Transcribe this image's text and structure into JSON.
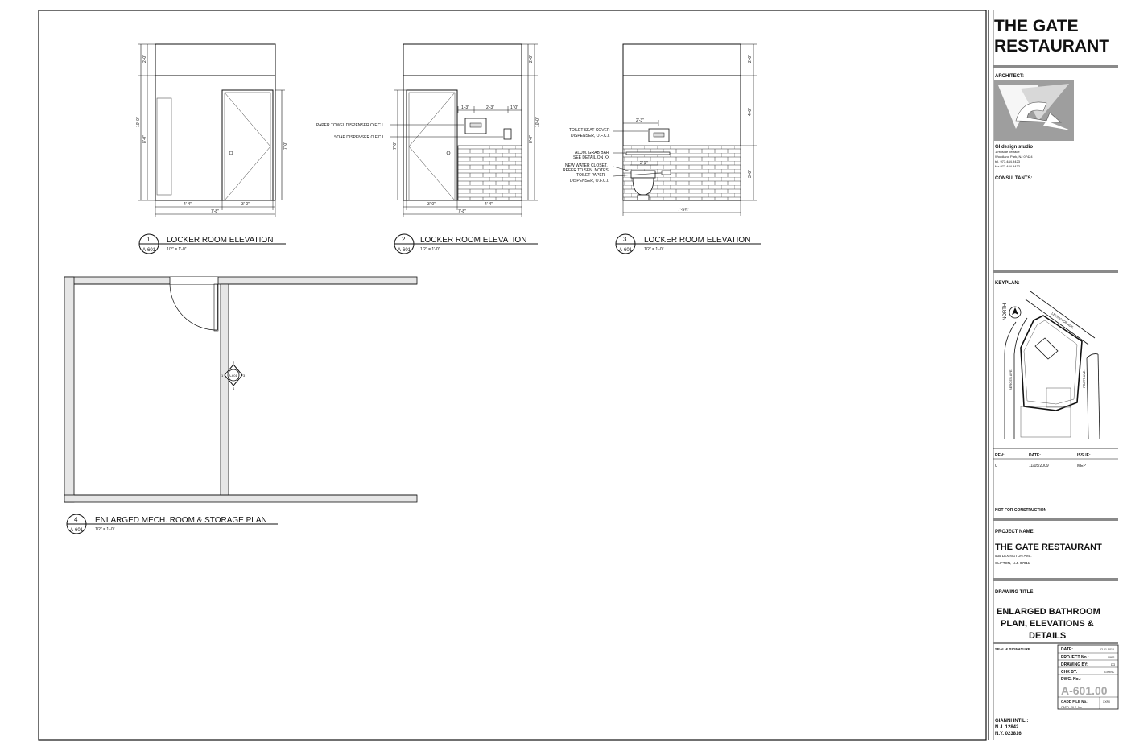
{
  "titleblock": {
    "project_title_line1": "THE GATE",
    "project_title_line2": "RESTAURANT",
    "architect_label": "ARCHITECT:",
    "firm_name": "GI design studio",
    "firm_address1": "1 Hillside Terrace",
    "firm_address2": "Woodland Park, NJ 07424",
    "firm_phone": "tel. 973.484.9423",
    "firm_fax": "fax 973.484.9432",
    "consultants_label": "CONSULTANTS:",
    "keyplan_label": "KEYPLAN:",
    "keyplan_north": "NORTH",
    "keyplan_streets": [
      "LEXINGTON AVE.",
      "BERGEN AVE.",
      "PRATT AVE."
    ],
    "rev_headers": [
      "REV:",
      "DATE:",
      "ISSUE:"
    ],
    "rev_rows": [
      [
        "0",
        "11/05/2009",
        "MEP"
      ]
    ],
    "not_for_construction": "NOT FOR CONSTRUCTION",
    "project_name_label": "PROJECT NAME:",
    "project_name": "THE GATE RESTAURANT",
    "project_address1": "535 LEXINGTON AVE.",
    "project_address2": "CLIFTON, N.J. 07011",
    "drawing_title_label": "DRAWING TITLE:",
    "drawing_title_lines": [
      "ENLARGED BATHROOM",
      "PLAN, ELEVATIONS &",
      "DETAILS"
    ],
    "seal_label": "SEAL & SIGNATURE",
    "info_rows": [
      {
        "label": "DATE:",
        "value": "02-01-2010"
      },
      {
        "label": "PROJECT No.:",
        "value": "0901"
      },
      {
        "label": "DRAWING BY:",
        "value": "DG"
      },
      {
        "label": "CHK BY:",
        "value": "GI,RNC"
      },
      {
        "label": "DWG. No.:",
        "value": ""
      }
    ],
    "sheet_number": "A-601.00",
    "cadd_label": "CADD FILE No.:",
    "cadd_value": "XXFX",
    "cadd_file": "CADD_FILE_No.",
    "signer_name": "GIANNI INTILI:",
    "signer_lic1": "N.J. 12842",
    "signer_lic2": "N.Y. 023816"
  },
  "details": [
    {
      "number": "1",
      "sheet": "A-601",
      "title": "LOCKER ROOM ELEVATION",
      "scale": "1/2\" = 1'-0\""
    },
    {
      "number": "2",
      "sheet": "A-601",
      "title": "LOCKER ROOM ELEVATION",
      "scale": "1/2\" = 1'-0\""
    },
    {
      "number": "3",
      "sheet": "A-601",
      "title": "LOCKER ROOM ELEVATION",
      "scale": "1/2\" = 1'-0\""
    },
    {
      "number": "4",
      "sheet": "A-601",
      "title": "ENLARGED MECH. ROOM & STORAGE PLAN",
      "scale": "1/2\" = 1'-0\""
    }
  ],
  "elev1": {
    "dims_left": [
      "2'-0\"",
      "8'-0\"",
      "10'-0\""
    ],
    "dims_right": [
      "7'-0\""
    ],
    "dims_bottom": [
      "4'-4\"",
      "3'-0\"",
      "7'-8\""
    ]
  },
  "elev2": {
    "notes": [
      "PAPER TOWEL DISPENSER O.F.C.I.",
      "SOAP DISPENSER O.F.C.I."
    ],
    "dims_top": [
      "1'-3\"",
      "2'-3\"",
      "1'-0\""
    ],
    "dims_right": [
      "2'-0\"",
      "8'-0\"",
      "10'-0\""
    ],
    "dims_left": [
      "7'-0\""
    ],
    "dims_bottom": [
      "3'-0\"",
      "4'-4\"",
      "7'-8\""
    ]
  },
  "elev3": {
    "notes": [
      "TOILET SEAT COVER",
      "DISPENSER, O.F.C.I.",
      "ALUM. GRAB BAR",
      "SEE DETAIL ON XX",
      "NEW WATER CLOSET,",
      "REFER TO SEN. NOTES",
      "TOILET PAPER",
      "DISPENSER, O.F.C.I."
    ],
    "dims_top": [
      "2'-3\""
    ],
    "dims_right": [
      "2'-0\"",
      "4'-0\"",
      "3'-0\""
    ],
    "dims_mid": [
      "2'-3\""
    ],
    "dims_bottom": [
      "7'-5¾\""
    ]
  },
  "plan4": {
    "section_tag": "A-601",
    "section_numbers": [
      "2",
      "3",
      "4",
      "1"
    ]
  }
}
